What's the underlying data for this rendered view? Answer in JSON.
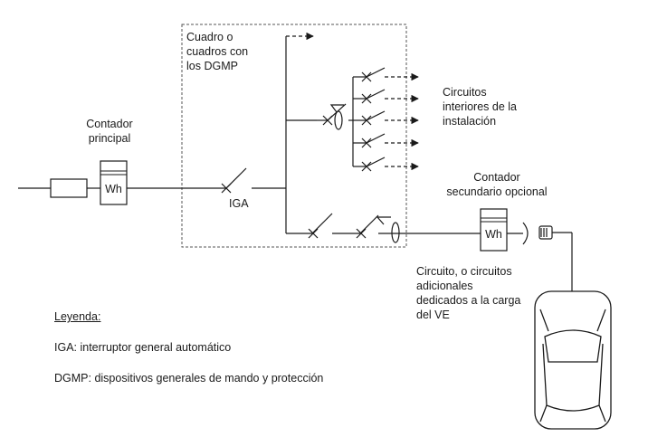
{
  "labels": {
    "panel": [
      "Cuadro o",
      "cuadros con",
      "los DGMP"
    ],
    "main_meter": [
      "Contador",
      "principal"
    ],
    "iga": "IGA",
    "interior_circuits": [
      "Circuitos",
      "interiores de la",
      "instalación"
    ],
    "secondary_meter": [
      "Contador",
      "secundario opcional"
    ],
    "ev_circuits": [
      "Circuito, o circuitos",
      "adicionales",
      "dedicados a la carga",
      "del VE"
    ],
    "meter_unit": "Wh"
  },
  "legend": {
    "title": "Leyenda:",
    "entries": [
      "IGA: interruptor general automático",
      "DGMP: dispositivos generales de mando y protección"
    ]
  },
  "colors": {
    "line": "#1a1a1a",
    "panel_border": "#555555",
    "background": "#ffffff"
  },
  "icons": [
    "fuse-icon",
    "meter-icon",
    "breaker-icon",
    "differential-icon",
    "arrow-right-icon",
    "connector-icon",
    "car-icon"
  ]
}
